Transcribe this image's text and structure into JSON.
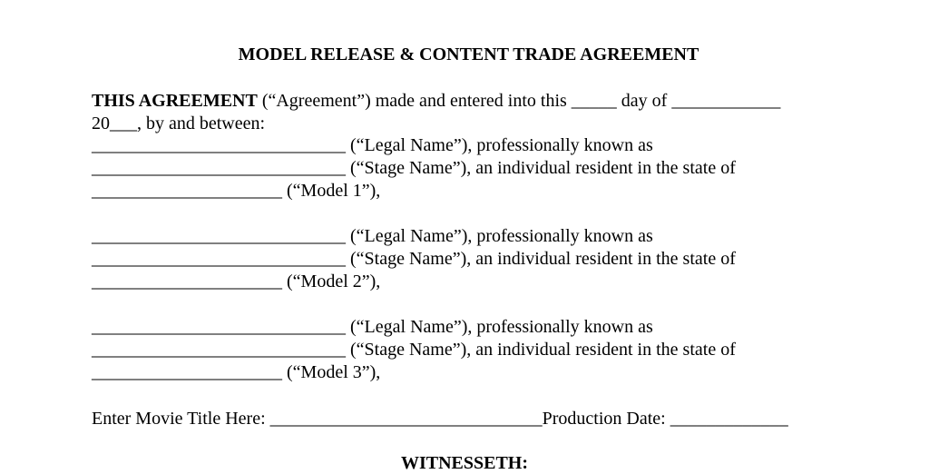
{
  "document": {
    "title": "MODEL RELEASE & CONTENT TRADE AGREEMENT",
    "intro": {
      "lead_bold": "THIS AGREEMENT",
      "lead_rest": " (“Agreement”) made and entered into this _____ day of ____________",
      "line2": "20___, by and between:"
    },
    "models": [
      {
        "legal_line": "____________________________ (“Legal Name”), professionally known as",
        "stage_line": "____________________________ (“Stage Name”), an individual resident in the state of",
        "model_line": "_____________________ (“Model 1”),"
      },
      {
        "legal_line": "____________________________ (“Legal Name”), professionally known as",
        "stage_line": "____________________________ (“Stage Name”), an individual resident in the state of",
        "model_line": "_____________________ (“Model 2”),"
      },
      {
        "legal_line": "____________________________ (“Legal Name”), professionally known as",
        "stage_line": "____________________________ (“Stage Name”), an individual resident in the state of",
        "model_line": "_____________________ (“Model 3”),"
      }
    ],
    "movie_line": "Enter Movie Title Here: ______________________________Production Date: _____________",
    "witnesseth": "WITNESSETH:"
  }
}
